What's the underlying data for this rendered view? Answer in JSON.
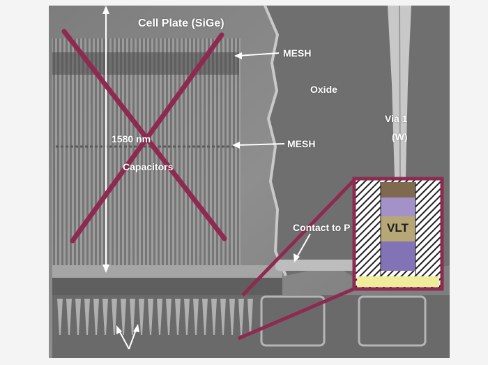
{
  "labels": {
    "cell_plate": "Cell Plate (SiGe)",
    "mesh_top": "MESH",
    "mesh_mid": "MESH",
    "oxide": "Oxide",
    "via_line1": "Via 1",
    "via_line2": "(W)",
    "height": "1580 nm",
    "capacitors": "Capacitors",
    "contact": "Contact to P",
    "vlt": "VLT"
  },
  "colors": {
    "background": "#f4f4f4",
    "sem_gray": "#8a8a8a",
    "annotation_magenta": "#8e2a4f",
    "vlt_top_brown": "#7f6a4f",
    "vlt_violet_light": "#a392c8",
    "vlt_mid_tan": "#b7a777",
    "vlt_violet_dark": "#8273b6",
    "vlt_base_yellow": "#efec9b"
  },
  "icons": [
    "cross-out-mark",
    "arrow-icon",
    "dimension-arrow-icon"
  ]
}
